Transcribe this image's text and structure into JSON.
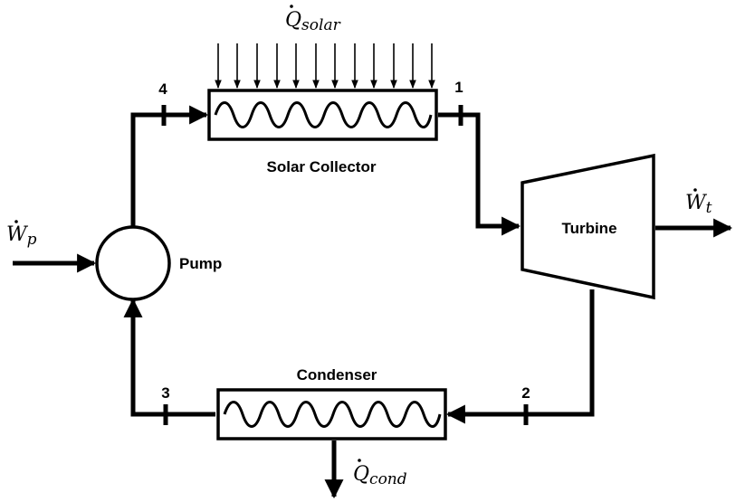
{
  "labels": {
    "solar_collector": "Solar Collector",
    "condenser": "Condenser",
    "turbine": "Turbine",
    "pump": "Pump"
  },
  "states": {
    "s1": "1",
    "s2": "2",
    "s3": "3",
    "s4": "4"
  },
  "energy_flows": {
    "q_solar": {
      "symbol": "Q",
      "subscript": "solar"
    },
    "q_cond": {
      "symbol": "Q",
      "subscript": "cond"
    },
    "w_t": {
      "symbol": "W",
      "subscript": "t"
    },
    "w_p": {
      "symbol": "W",
      "subscript": "p"
    }
  },
  "colors": {
    "line": "#000000",
    "background": "#ffffff"
  }
}
